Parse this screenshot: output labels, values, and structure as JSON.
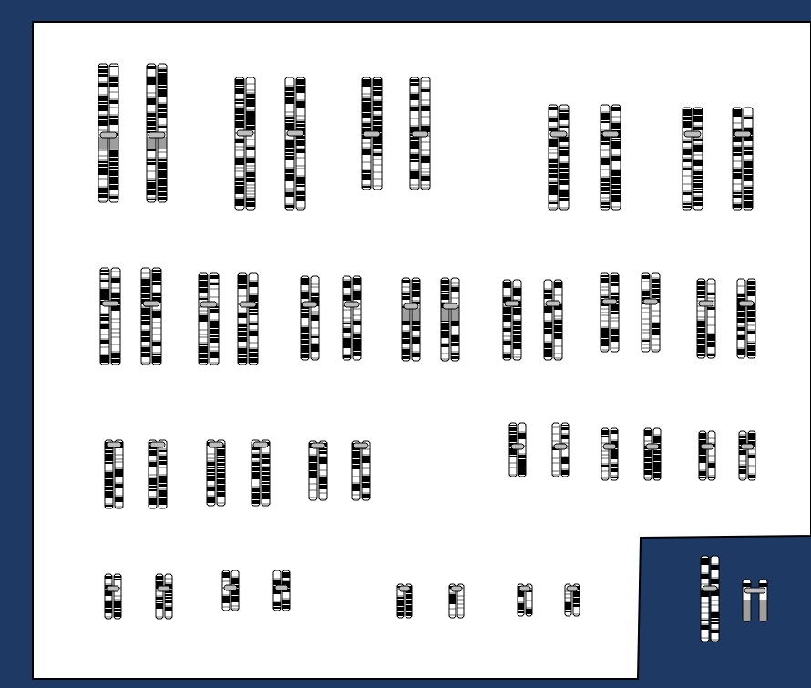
{
  "colors": {
    "background": "#1e3a64",
    "panel": "#ffffff",
    "outline": "#000000",
    "band_dark": "#000000",
    "band_light": "#ffffff",
    "centromere": "#bdbdbd",
    "heterochromatin": "#9e9e9e"
  },
  "karyotype": {
    "pair_count": 23,
    "autosome_pairs": 22,
    "sex_chromosomes": [
      "X",
      "Y"
    ]
  }
}
